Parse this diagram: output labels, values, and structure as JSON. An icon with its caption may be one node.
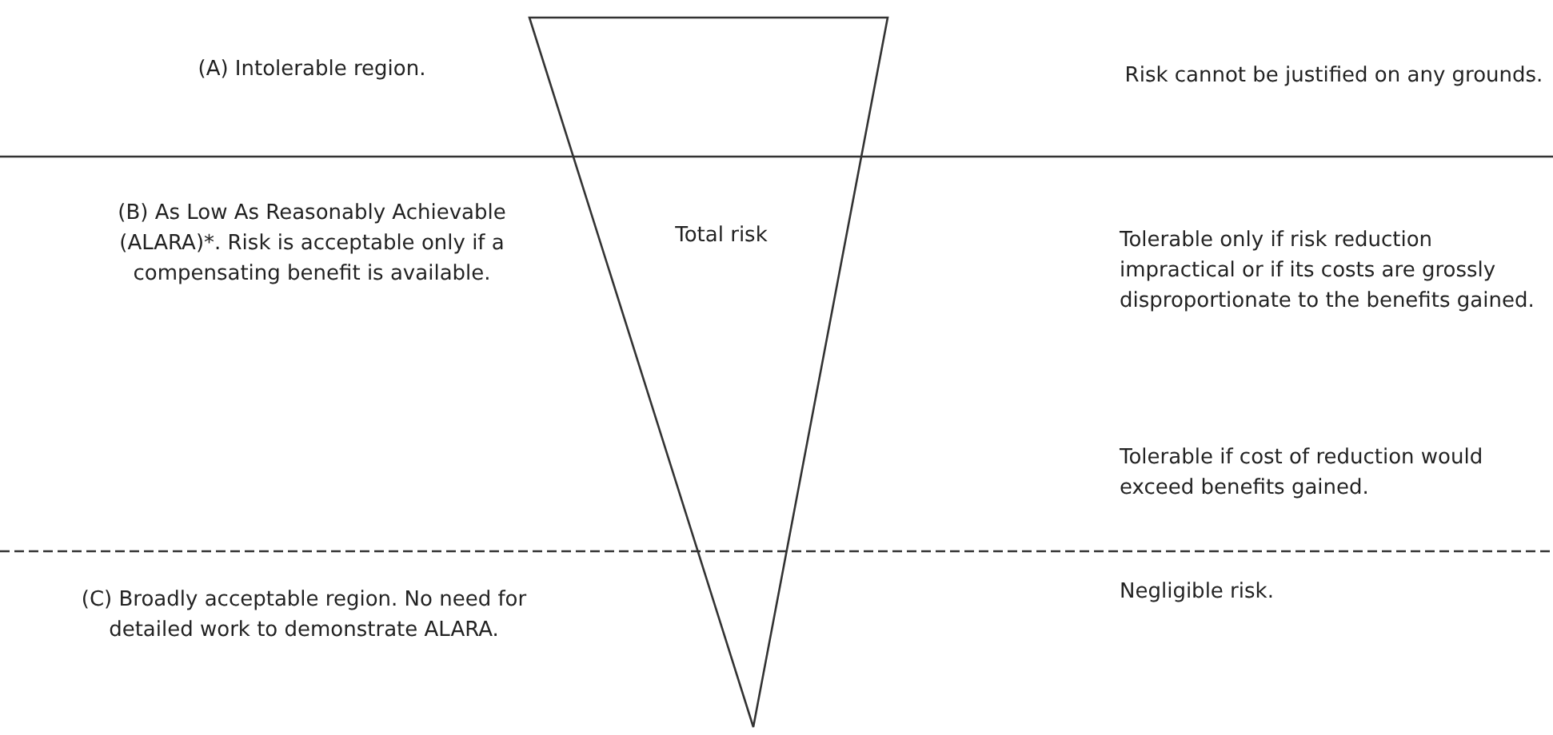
{
  "diagram": {
    "nodes": [
      {
        "text": [
          "Total risk"
        ]
      }
    ],
    "labels": [
      "(A) Intolerable region.",
      "Risk cannot be justified on any grounds.",
      "(B) As Low As Reasonably Achievable (ALARA)*. Risk is acceptable only if a compensating benefit is available.",
      "Tolerable only if risk reduction impractical or if its costs are grossly disproportionate to the benefits gained.",
      "Tolerable if cost of reduction would exceed benefits gained.",
      "(C) Broadly acceptable region. No need for detailed work to demonstrate ALARA.",
      "Negligible risk."
    ]
  }
}
